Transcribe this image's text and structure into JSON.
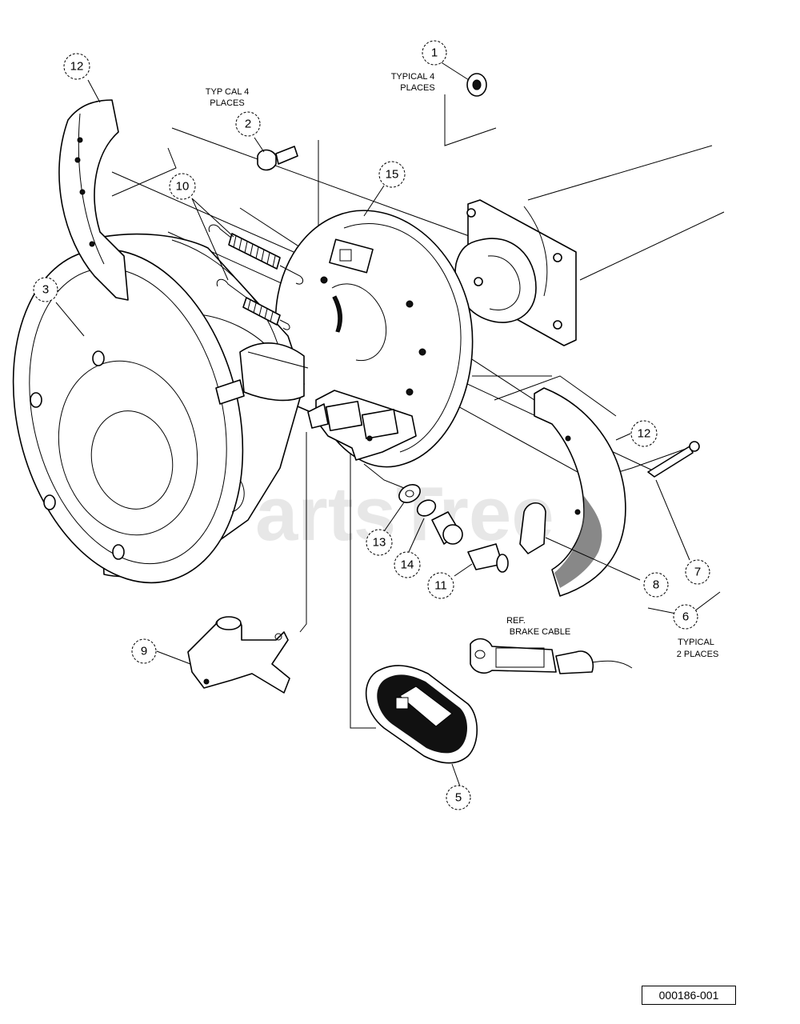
{
  "diagram": {
    "callouts": [
      "1",
      "2",
      "3",
      "5",
      "6",
      "7",
      "8",
      "9",
      "10",
      "11",
      "12",
      "12",
      "13",
      "14",
      "15"
    ],
    "notes": {
      "typical_4_line1": "TYPICAL 4",
      "typical_4_line2": "PLACES",
      "typcal_4_line1": "TYP CAL 4",
      "typcal_4_line2": "PLACES",
      "ref_line1": "REF.",
      "ref_line2": "BRAKE CABLE",
      "typical_2_line1": "TYPICAL",
      "typical_2_line2": "2 PLACES"
    },
    "watermark": "PartsTree",
    "drawing_number": "000186-001"
  }
}
